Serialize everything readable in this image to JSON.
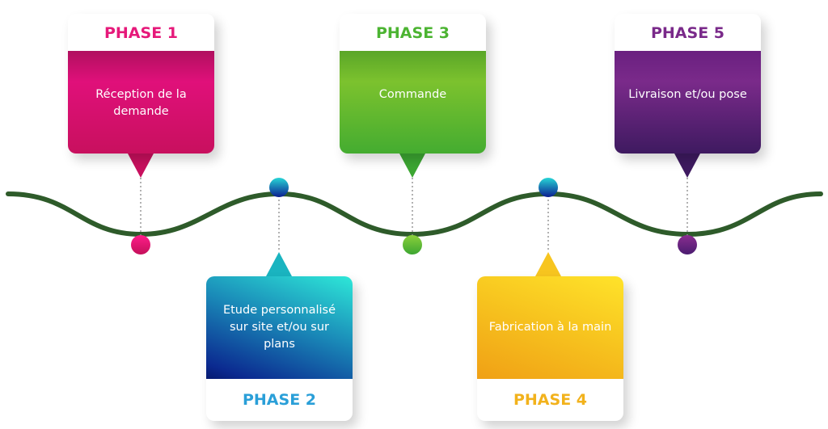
{
  "phases": [
    {
      "label": "PHASE 1",
      "text": "Réception de la demande",
      "color": "#e6197a"
    },
    {
      "label": "PHASE 2",
      "text": "Etude personnalisé sur site et/ou sur plans",
      "color": "#2a9fd8"
    },
    {
      "label": "PHASE 3",
      "text": "Commande",
      "color": "#4cb432"
    },
    {
      "label": "PHASE 4",
      "text": "Fabrication à la main",
      "color": "#f2b21c"
    },
    {
      "label": "PHASE 5",
      "text": "Livraison et/ou pose",
      "color": "#7a2a8a"
    }
  ],
  "timeline_color": "#2e5b2a"
}
